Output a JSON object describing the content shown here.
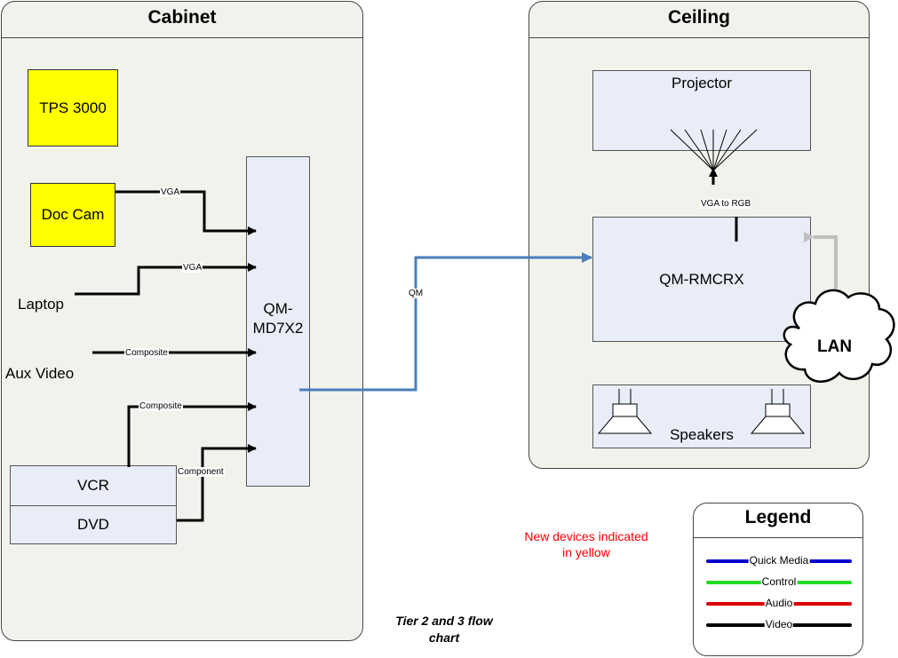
{
  "cabinet": {
    "title": "Cabinet",
    "tps": "TPS 3000",
    "doccam": "Doc Cam",
    "laptop": "Laptop",
    "aux": "Aux Video",
    "switcher": "QM-\nMD7X2",
    "vcr": "VCR",
    "dvd": "DVD"
  },
  "connections": {
    "vga1": "VGA",
    "vga2": "VGA",
    "composite1": "Composite",
    "composite2": "Composite",
    "component": "Component",
    "qm": "QM",
    "vga_rgb": "VGA to RGB"
  },
  "ceiling": {
    "title": "Ceiling",
    "projector": "Projector",
    "receiver": "QM-RMCRX",
    "speakers": "Speakers",
    "lan": "LAN"
  },
  "note": "New devices indicated\nin yellow",
  "caption": "Tier 2 and 3 flow\nchart",
  "legend": {
    "title": "Legend",
    "items": [
      {
        "label": "Quick Media",
        "color": "#0000cc"
      },
      {
        "label": "Control",
        "color": "#22dd22"
      },
      {
        "label": "Audio",
        "color": "#dd0000"
      },
      {
        "label": "Video",
        "color": "#000000"
      }
    ]
  },
  "colors": {
    "new_device": "#ffff00",
    "qm_line": "#4a7ebb",
    "lan_line": "#bfbfbf",
    "note": "#ff0000"
  }
}
